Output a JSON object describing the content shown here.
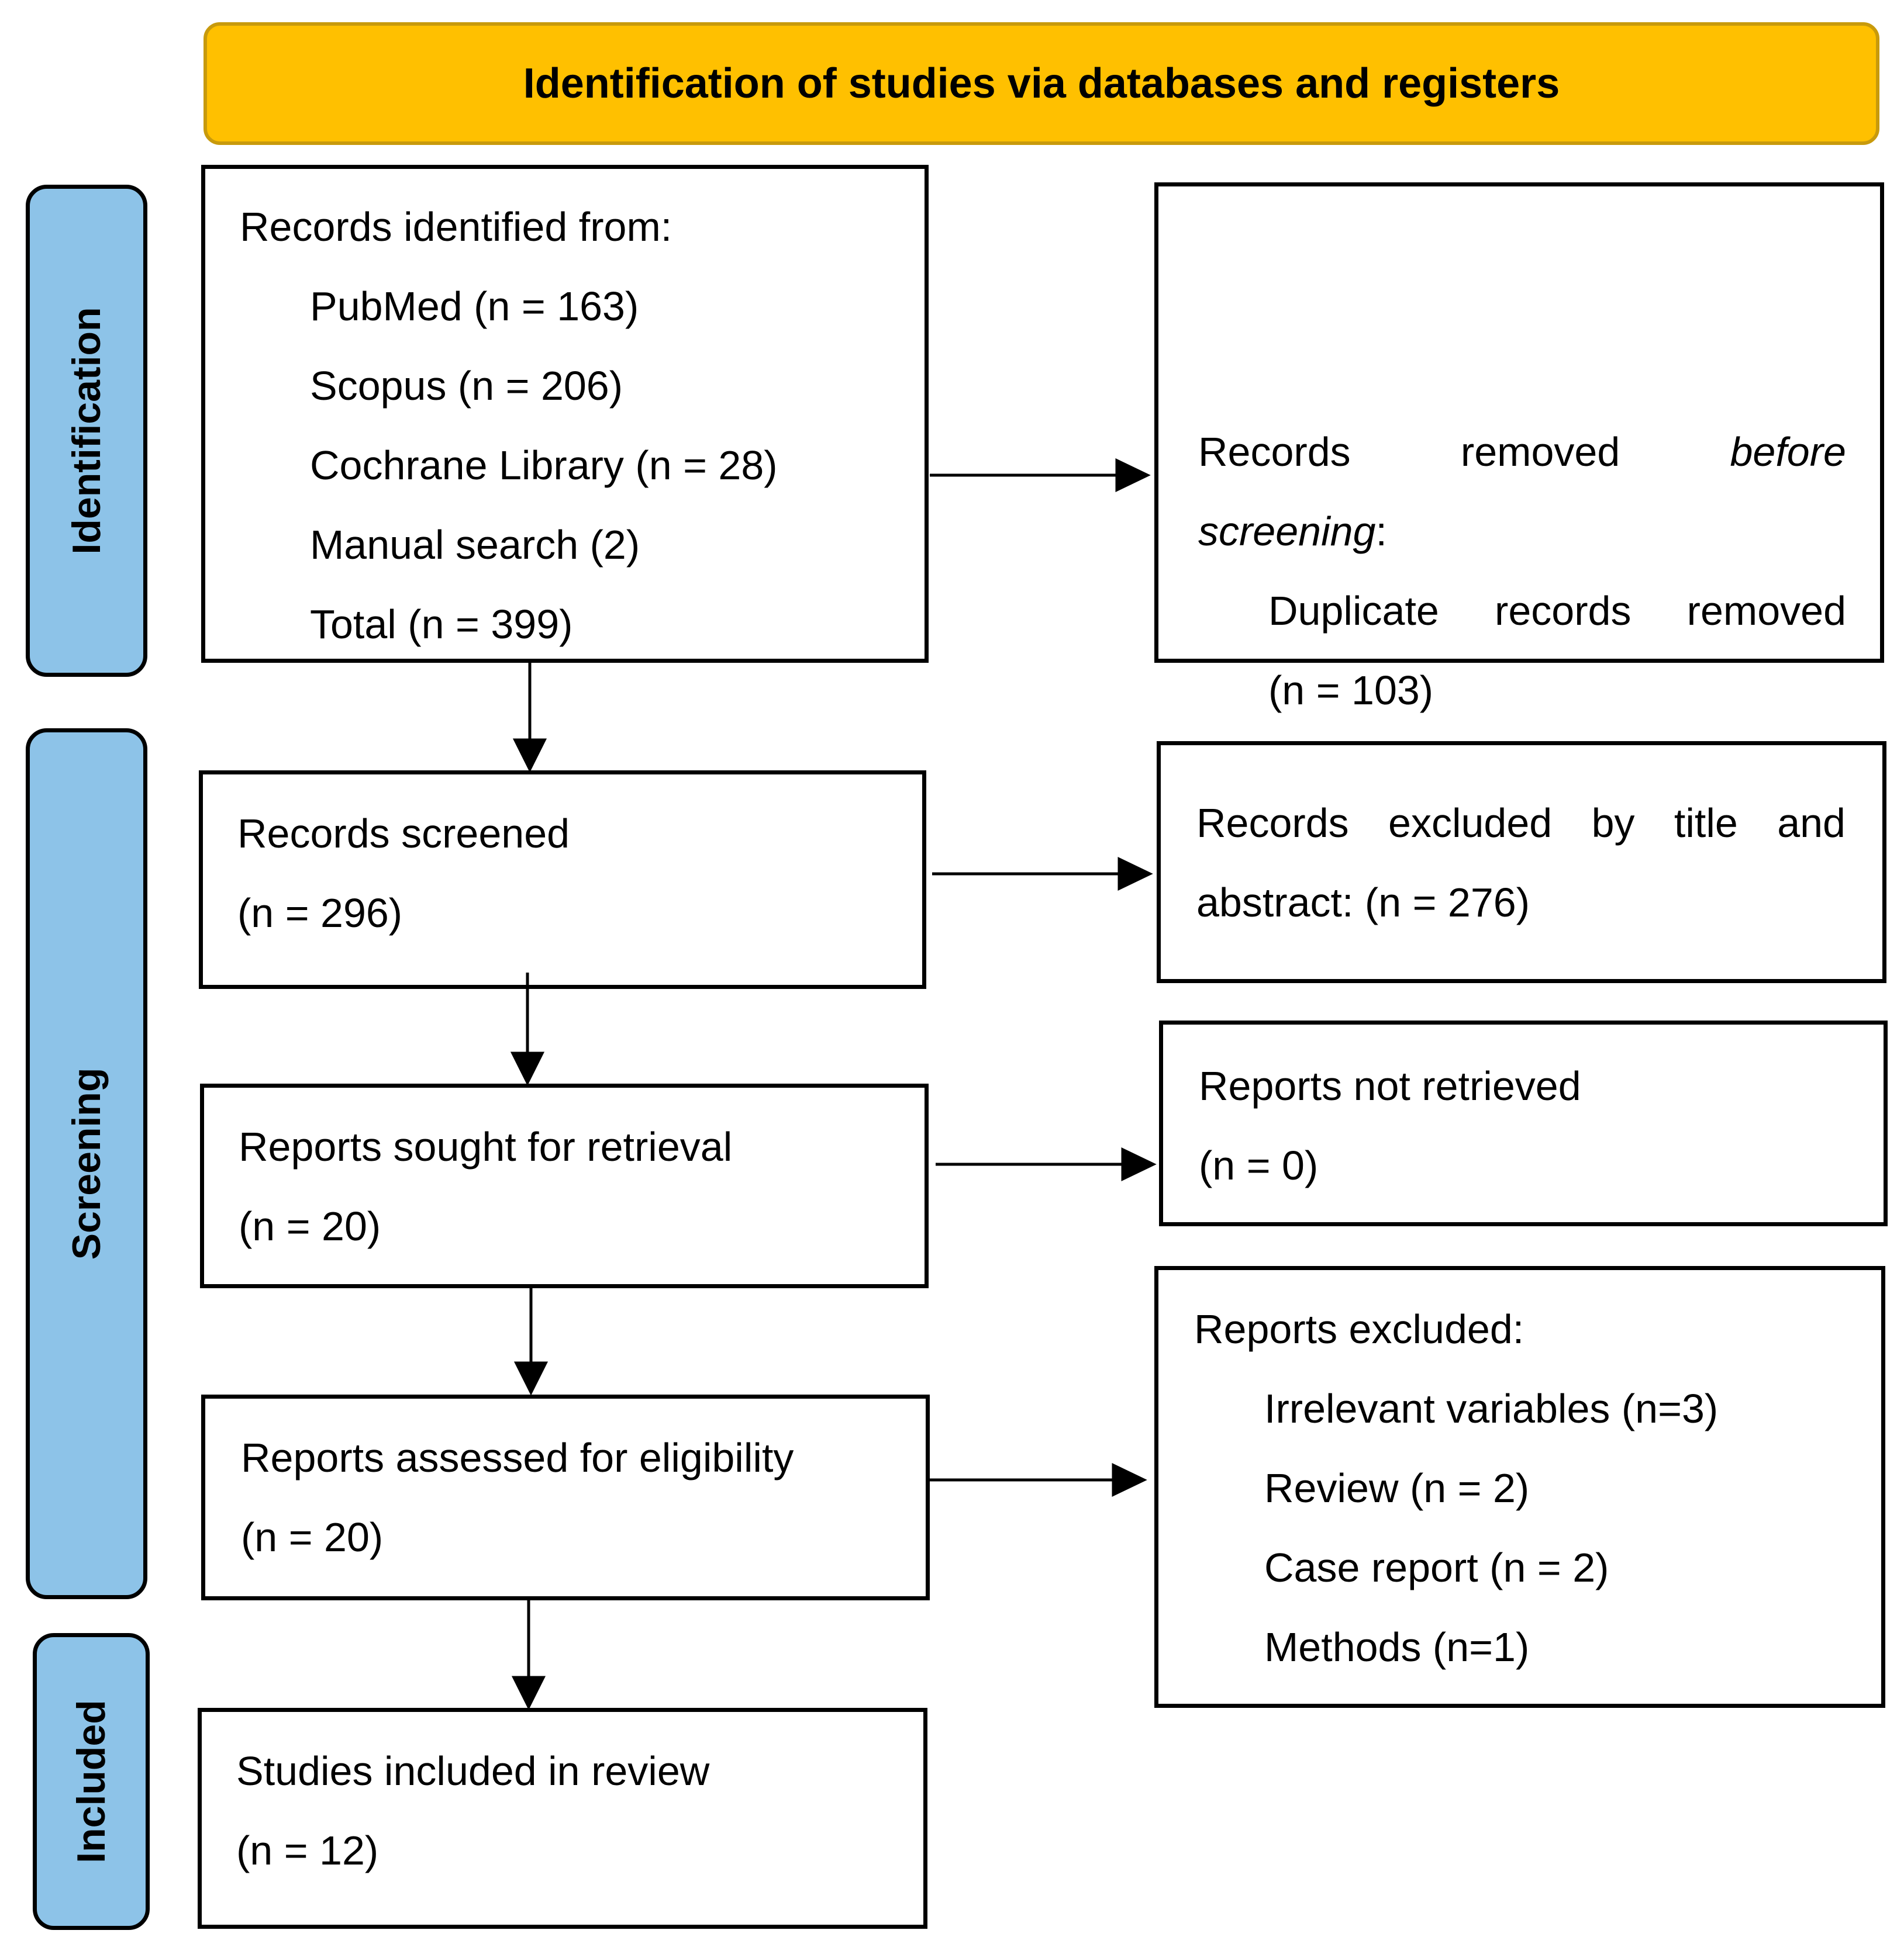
{
  "header": {
    "title": "Identification of studies via databases and registers",
    "color": "#FFC000"
  },
  "phases": {
    "identification": "Identification",
    "screening": "Screening",
    "included": "Included",
    "color": "#8DC3E8"
  },
  "identified": {
    "title": "Records identified from:",
    "items": [
      "PubMed (n = 163)",
      "Scopus (n = 206)",
      "Cochrane Library (n = 28)",
      "Manual search (2)",
      "Total (n = 399)"
    ]
  },
  "removed": {
    "w1": "Records",
    "w2": "removed",
    "w3": "before",
    "w4": "screening",
    "w4_suffix": ":",
    "w5": "Duplicate",
    "w6": "records",
    "w7": "removed",
    "count": "(n = 103)"
  },
  "screened": {
    "title": "Records screened",
    "count": "(n = 296)"
  },
  "excluded_title": {
    "w1": "Records",
    "w2": "excluded",
    "w3": "by",
    "w4": "title",
    "w5": "and",
    "line2": "abstract: (n = 276)"
  },
  "sought": {
    "title": "Reports sought for retrieval",
    "count": "(n = 20)"
  },
  "not_retrieved": {
    "title": "Reports not retrieved",
    "count": "(n = 0)"
  },
  "assessed": {
    "title": "Reports assessed for eligibility",
    "count": "(n = 20)"
  },
  "reports_excluded": {
    "title": "Reports excluded:",
    "items": [
      "Irrelevant variables (n=3)",
      "Review (n = 2)",
      "Case report (n = 2)",
      "Methods (n=1)"
    ]
  },
  "included_studies": {
    "title": "Studies included in review",
    "count": "(n = 12)"
  }
}
